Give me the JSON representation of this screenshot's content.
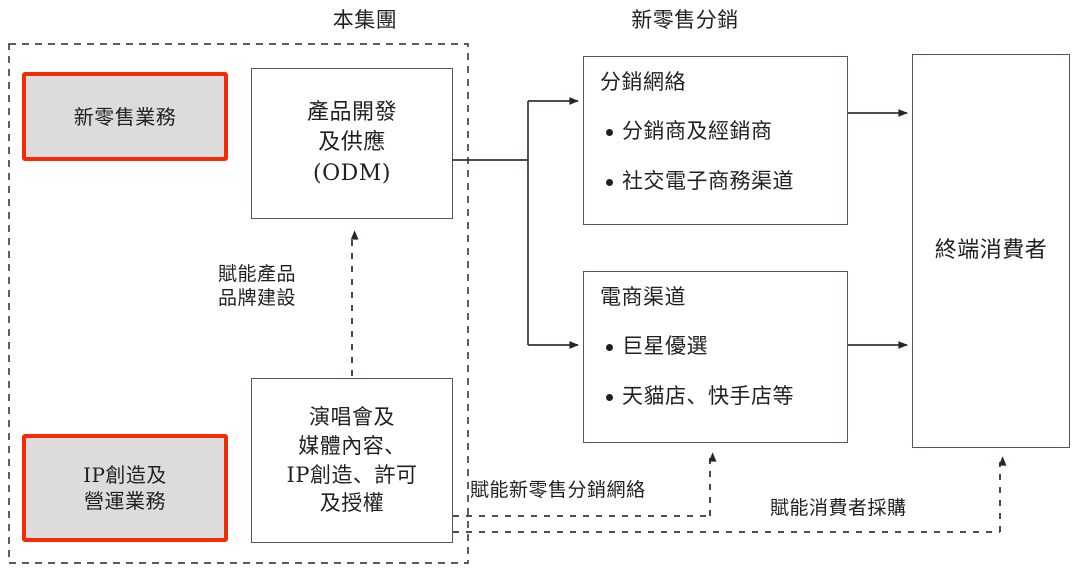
{
  "captions": [
    {
      "id": "group",
      "text": "本集團"
    },
    {
      "id": "new-retail-distribution",
      "text": "新零售分銷"
    }
  ],
  "highlight_boxes": [
    {
      "id": "new-retail-business",
      "text": "新零售業務"
    },
    {
      "id": "ip-creation-operation",
      "lines": [
        "IP創造及",
        "營運業務"
      ]
    }
  ],
  "process_boxes": [
    {
      "id": "odm",
      "lines": [
        "產品開發",
        "及供應",
        "(ODM)"
      ]
    },
    {
      "id": "concert-media-ip",
      "lines": [
        "演唱會及",
        "媒體內容、",
        "IP創造、許可",
        "及授權"
      ]
    }
  ],
  "channel_boxes": [
    {
      "id": "distribution-network",
      "heading": "分銷網絡",
      "bullets": [
        "分銷商及經銷商",
        "社交電子商務渠道"
      ]
    },
    {
      "id": "ecommerce-channel",
      "heading": "電商渠道",
      "bullets": [
        "巨星優選",
        "天貓店、快手店等"
      ]
    }
  ],
  "end_box": {
    "id": "end-consumer",
    "text": "終端消費者"
  },
  "edge_labels": [
    {
      "id": "empower-product-brand",
      "text": "賦能產品\n品牌建設"
    },
    {
      "id": "empower-retail-network",
      "text": "賦能新零售分銷網絡"
    },
    {
      "id": "empower-consumer-purchase",
      "text": "賦能消費者採購"
    }
  ],
  "colors": {
    "highlight_border": "#f62a06",
    "highlight_fill": "#dcdcdc",
    "box_border": "#5d5350",
    "line": "#3b3331",
    "text": "#231f20",
    "background": "#ffffff"
  }
}
